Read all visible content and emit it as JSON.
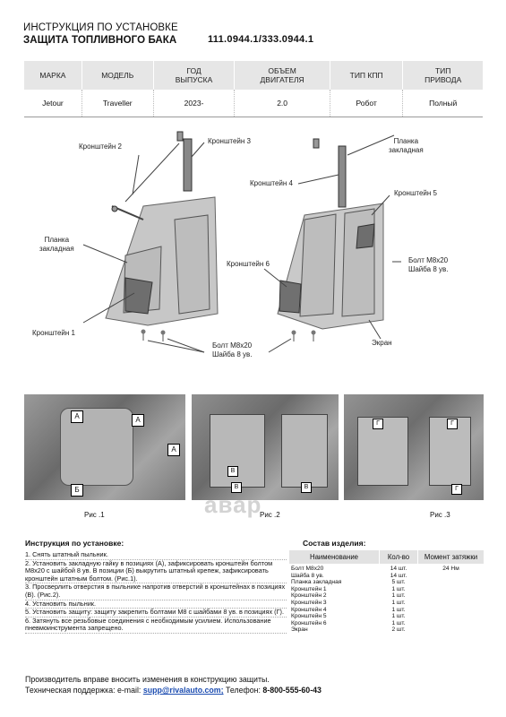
{
  "header": {
    "title_line1": "ИНСТРУКЦИЯ ПО УСТАНОВКЕ",
    "title_line2": "ЗАЩИТА ТОПЛИВНОГО БАКА",
    "code": "111.0944.1/333.0944.1"
  },
  "spec_table": {
    "headers": [
      "МАРКА",
      "МОДЕЛЬ",
      "ГОД\nВЫПУСКА",
      "ОБЪЕМ\nДВИГАТЕЛЯ",
      "ТИП КПП",
      "ТИП\nПРИВОДА"
    ],
    "row": [
      "Jetour",
      "Traveller",
      "2023-",
      "2.0",
      "Робот",
      "Полный"
    ]
  },
  "callouts": {
    "bracket2": "Кронштейн 2",
    "bracket3": "Кронштейн 3",
    "plate_a": "Планка\nзакладная",
    "bracket1": "Кронштейн 1",
    "bolt_left": "Болт М8х20\nШайба 8 ув.",
    "plate_b": "Планка\nзакладная",
    "bracket4": "Кронштейн 4",
    "bracket5": "Кронштейн 5",
    "bolt_right": "Болт М8х20\nШайба 8 ув.",
    "bracket6": "Кронштейн 6",
    "screen": "Экран"
  },
  "photos": {
    "cap1": "Рис .1",
    "cap2": "Рис .2",
    "cap3": "Рис .3",
    "markers": [
      "А",
      "А",
      "Б",
      "А",
      "В",
      "В",
      "В",
      "Г",
      "Г",
      "Г"
    ]
  },
  "watermark": "авар",
  "instructions": {
    "title": "Инструкция по установке:",
    "steps": [
      "1. Снять штатный пыльник.",
      "2. Установить закладную гайку в позициях (А), зафиксировать кронштейн болтом М8х20 с шайбой 8 ув. В позиции (Б) выкрутить штатный крепеж, зафиксировать кронштейн штатным болтом. (Рис.1).",
      "3. Просверлить отверстия в пыльнике напротив отверстий в кронштейнах в позициях (В). (Рис.2).",
      "4. Установить пыльник.",
      "5. Установить защиту: защиту закрепить болтами М8 с шайбами 8 ув. в позициях (Г).",
      "6. Затянуть все резьбовые соединения с необходимым усилием. Использование пневмоинструмента запрещено."
    ]
  },
  "parts": {
    "title": "Состав изделия:",
    "headers": [
      "Наименование",
      "Кол-во",
      "Момент затяжки"
    ],
    "items": [
      {
        "name": "Болт М8х20",
        "qty": "14 шт.",
        "torque": "24 Нм"
      },
      {
        "name": "Шайба 8 ув.",
        "qty": "14 шт.",
        "torque": ""
      },
      {
        "name": "Планка закладная",
        "qty": "5 шт.",
        "torque": ""
      },
      {
        "name": "Кронштейн 1",
        "qty": "1 шт.",
        "torque": ""
      },
      {
        "name": "Кронштейн 2",
        "qty": "1 шт.",
        "torque": ""
      },
      {
        "name": "Кронштейн 3",
        "qty": "1 шт.",
        "torque": ""
      },
      {
        "name": "Кронштейн 4",
        "qty": "1 шт.",
        "torque": ""
      },
      {
        "name": "Кронштейн 5",
        "qty": "1 шт.",
        "torque": ""
      },
      {
        "name": "Кронштейн 6",
        "qty": "1 шт.",
        "torque": ""
      },
      {
        "name": "Экран",
        "qty": "2 шт.",
        "torque": ""
      }
    ]
  },
  "footer": {
    "line1": "Производитель вправе вносить изменения в конструкцию защиты.",
    "support_label": "Техническая поддержка:  e-mail: ",
    "email": "supp@rivalauto.com;",
    "phone_label": " Телефон: ",
    "phone": "8-800-555-60-43"
  }
}
